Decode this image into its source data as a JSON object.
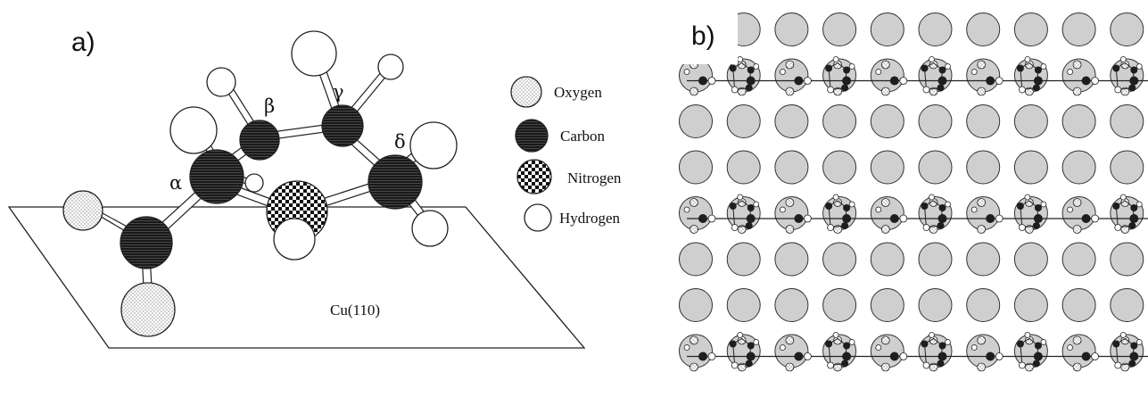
{
  "panel_a": {
    "label": "a)",
    "atom_labels": {
      "alpha": "α",
      "beta": "β",
      "gamma": "γ",
      "delta": "δ"
    },
    "surface_label": "Cu(110)"
  },
  "legend": {
    "oxygen": "Oxygen",
    "carbon": "Carbon",
    "nitrogen": "Nitrogen",
    "hydrogen": "Hydrogen"
  },
  "panel_b": {
    "label": "b)",
    "lattice_columns": 10,
    "lattice_rows": 8,
    "adsorbate_rows": [
      1,
      4,
      7
    ]
  },
  "colors": {
    "carbon": "#1c1c1c",
    "oxygen_dots": "#9a9a9a",
    "copper_atom": "#cfcfcf",
    "outline": "#333333"
  }
}
